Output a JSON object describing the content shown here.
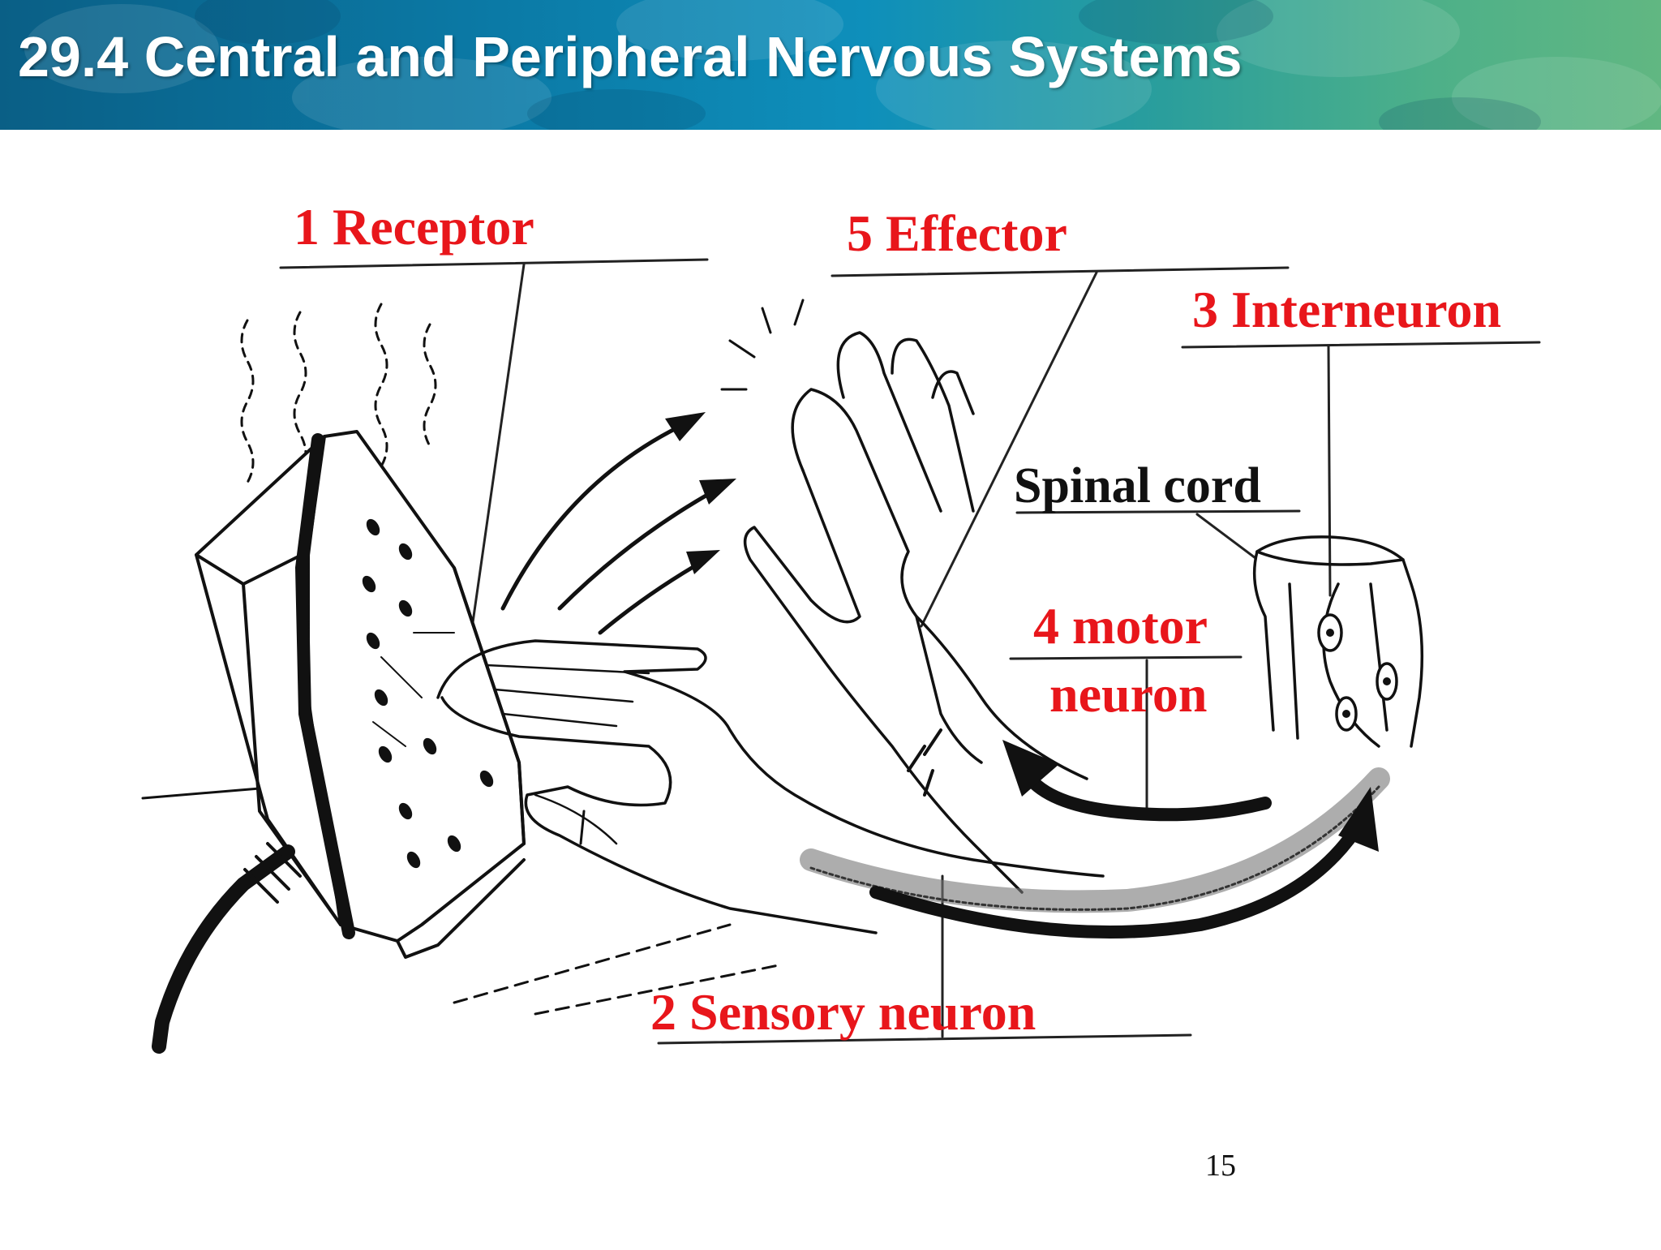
{
  "header": {
    "title": "29.4 Central and Peripheral Nervous Systems"
  },
  "diagram": {
    "labels": {
      "receptor": "1   Receptor",
      "effector": "5  Effector",
      "interneuron": "3  Interneuron",
      "spinal_cord": "Spinal cord",
      "motor_neuron_line1": "4  motor",
      "motor_neuron_line2": "neuron",
      "sensory_neuron": "2  Sensory neuron"
    }
  },
  "footer": {
    "page_number": "15"
  },
  "colors": {
    "label_red": "#e8161b",
    "header_blue": "#0b7aa6",
    "header_green": "#61b782",
    "ink": "#111111"
  }
}
